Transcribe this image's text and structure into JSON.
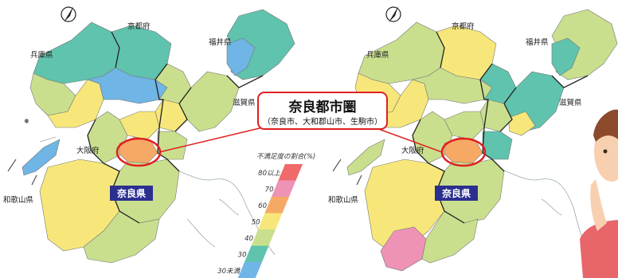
{
  "left_map": {
    "labels": {
      "kyoto": "京都府",
      "hyogo": "兵庫県",
      "fukui": "福井県",
      "shiga": "滋賀県",
      "osaka": "大阪府",
      "wakayama": "和歌山県"
    },
    "badge": "奈良県"
  },
  "right_map": {
    "labels": {
      "kyoto": "京都府",
      "hyogo": "兵庫県",
      "fukui": "福井県",
      "shiga": "滋賀県",
      "osaka": "大阪府",
      "wakayama": "和歌山県"
    },
    "badge": "奈良県"
  },
  "callout": {
    "title": "奈良都市圏",
    "subtitle": "（奈良市、大和郡山市、生駒市）"
  },
  "legend": {
    "title": "不満足度の割合(%)",
    "ticks": [
      "80以上",
      "70",
      "60",
      "50",
      "40",
      "30",
      "30未満"
    ],
    "colors": [
      "#f06a6a",
      "#ee92b6",
      "#f6a965",
      "#f7e77a",
      "#c9df8e",
      "#5fc3ad",
      "#6fb5e5"
    ]
  },
  "colors": {
    "teal": "#5fc3ad",
    "blue": "#6fb5e5",
    "yellow": "#f7e77a",
    "lightgreen": "#c9df8e",
    "orange": "#f6a965",
    "pink": "#ee92b6",
    "highlight": "#e02020",
    "badge": "#2b2f8f"
  }
}
